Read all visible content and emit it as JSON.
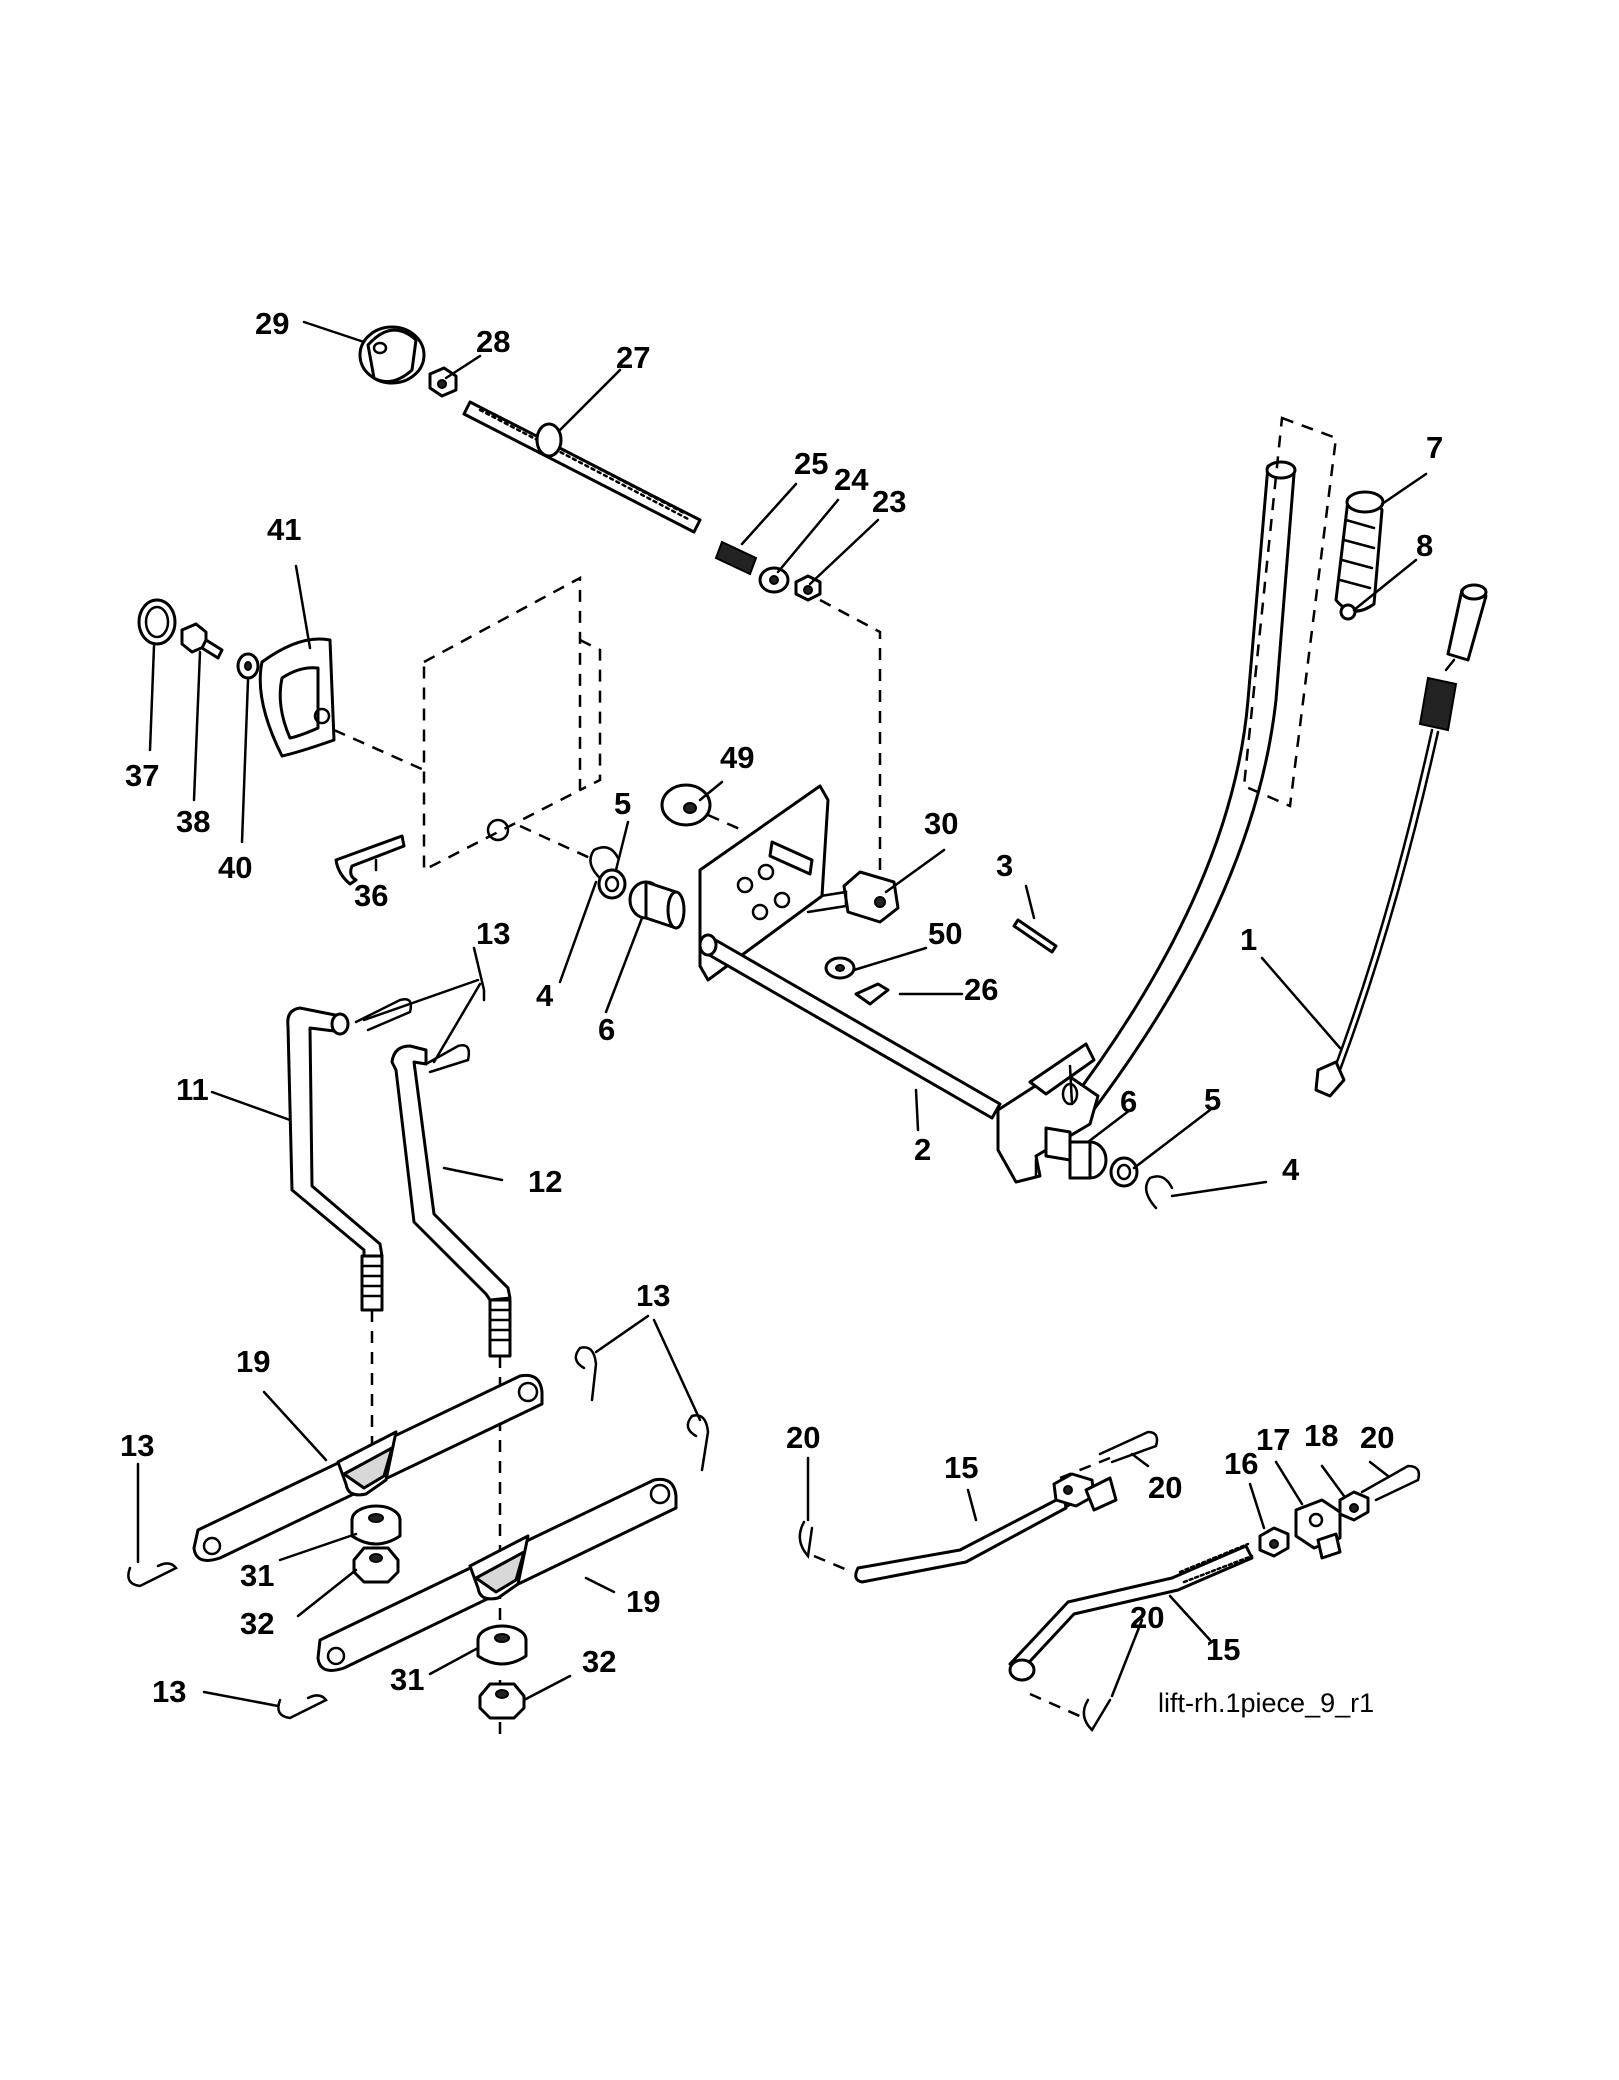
{
  "diagram": {
    "caption": "lift-rh.1piece_9_r1",
    "callouts": [
      {
        "id": "c29",
        "text": "29"
      },
      {
        "id": "c28",
        "text": "28"
      },
      {
        "id": "c27",
        "text": "27"
      },
      {
        "id": "c25",
        "text": "25"
      },
      {
        "id": "c24",
        "text": "24"
      },
      {
        "id": "c23",
        "text": "23"
      },
      {
        "id": "c41",
        "text": "41"
      },
      {
        "id": "c7",
        "text": "7"
      },
      {
        "id": "c8",
        "text": "8"
      },
      {
        "id": "c37",
        "text": "37"
      },
      {
        "id": "c38",
        "text": "38"
      },
      {
        "id": "c40",
        "text": "40"
      },
      {
        "id": "c49",
        "text": "49"
      },
      {
        "id": "c30",
        "text": "30"
      },
      {
        "id": "c5a",
        "text": "5"
      },
      {
        "id": "c3",
        "text": "3"
      },
      {
        "id": "c1",
        "text": "1"
      },
      {
        "id": "c36",
        "text": "36"
      },
      {
        "id": "c13a",
        "text": "13"
      },
      {
        "id": "c50",
        "text": "50"
      },
      {
        "id": "c4a",
        "text": "4"
      },
      {
        "id": "c6a",
        "text": "6"
      },
      {
        "id": "c26",
        "text": "26"
      },
      {
        "id": "c11",
        "text": "11"
      },
      {
        "id": "c6b",
        "text": "6"
      },
      {
        "id": "c5b",
        "text": "5"
      },
      {
        "id": "c2",
        "text": "2"
      },
      {
        "id": "c12",
        "text": "12"
      },
      {
        "id": "c4b",
        "text": "4"
      },
      {
        "id": "c13b",
        "text": "13"
      },
      {
        "id": "c19a",
        "text": "19"
      },
      {
        "id": "c20a",
        "text": "20"
      },
      {
        "id": "c15a",
        "text": "15"
      },
      {
        "id": "c20b",
        "text": "20"
      },
      {
        "id": "c17",
        "text": "17"
      },
      {
        "id": "c18",
        "text": "18"
      },
      {
        "id": "c20c",
        "text": "20"
      },
      {
        "id": "c16",
        "text": "16"
      },
      {
        "id": "c13c",
        "text": "13"
      },
      {
        "id": "c31a",
        "text": "31"
      },
      {
        "id": "c32a",
        "text": "32"
      },
      {
        "id": "c19b",
        "text": "19"
      },
      {
        "id": "c20d",
        "text": "20"
      },
      {
        "id": "c15b",
        "text": "15"
      },
      {
        "id": "c13d",
        "text": "13"
      },
      {
        "id": "c31b",
        "text": "31"
      },
      {
        "id": "c32b",
        "text": "32"
      }
    ]
  }
}
